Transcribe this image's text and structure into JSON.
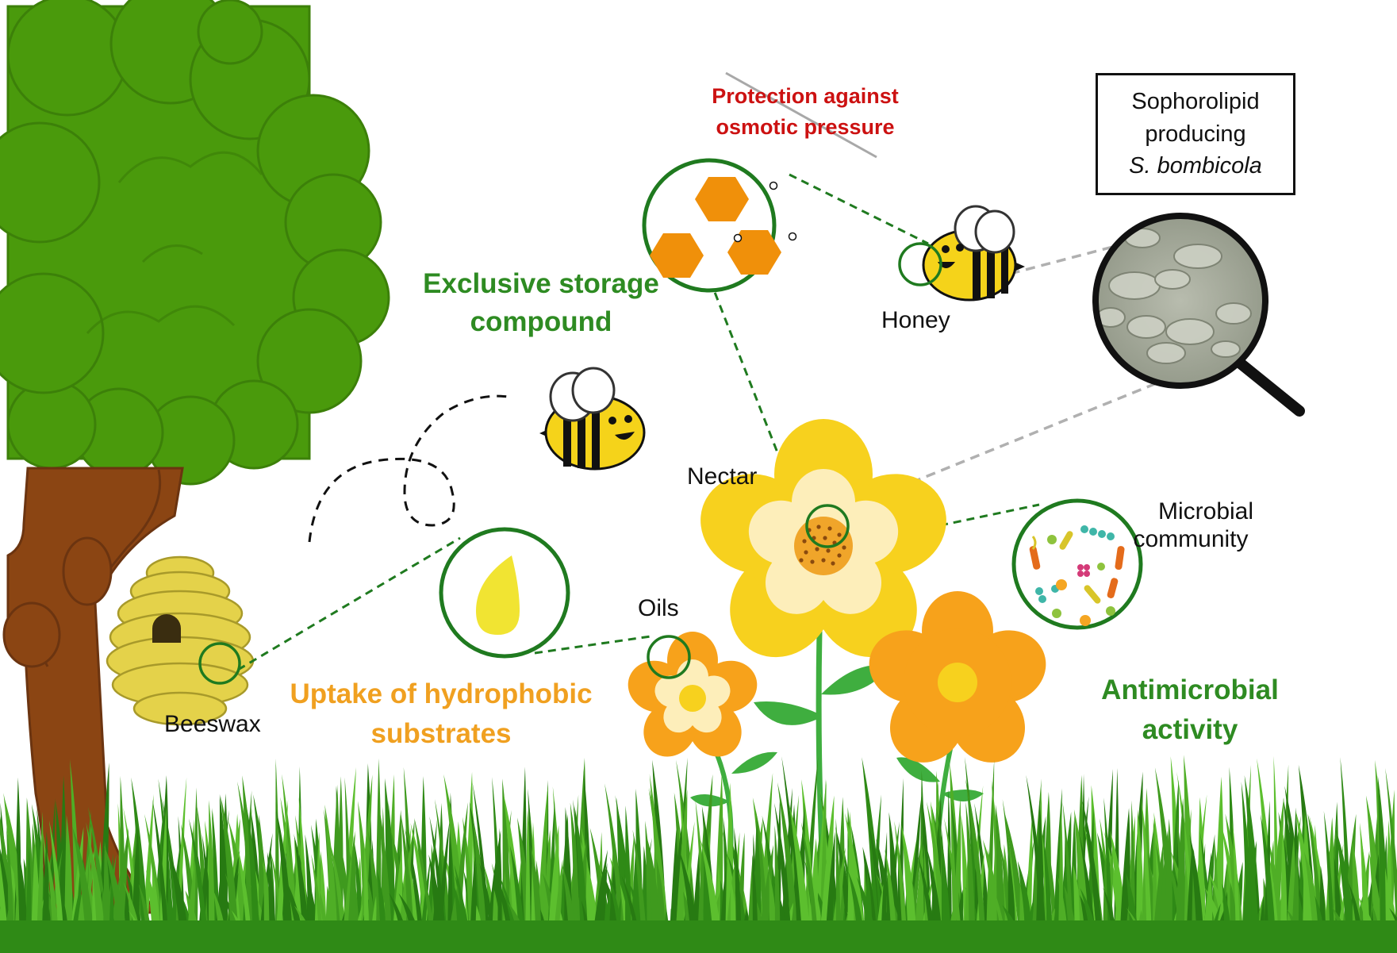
{
  "labels": {
    "beeswax": "Beeswax",
    "oils": "Oils",
    "nectar": "Nectar",
    "honey": "Honey",
    "microbial_line1": "Microbial",
    "microbial_line2": "community"
  },
  "functions": {
    "storage_line1": "Exclusive storage",
    "storage_line2": "compound",
    "uptake_line1": "Uptake of hydrophobic",
    "uptake_line2": "substrates",
    "osmotic_line1": "Protection against",
    "osmotic_line2": "osmotic pressure",
    "antimicrobial_line1": "Antimicrobial",
    "antimicrobial_line2": "activity"
  },
  "yeast_box": {
    "line1": "Sophorolipid",
    "line2": "producing",
    "line3": "S. bombicola"
  },
  "colors": {
    "tree_canopy": "#4a9a0c",
    "tree_trunk": "#8b4513",
    "grass": "#3f9a1e",
    "callout_circle": "#1f7a1f",
    "label_green": "#2e8b22",
    "label_orange": "#f0a020",
    "label_red": "#cc1111",
    "honey_hexagon": "#f0900a",
    "beehive": "#e4d24a",
    "bee_yellow": "#f5d31a",
    "flower_yellow": "#f7d11e",
    "flower_orange": "#f7a21b"
  },
  "icons": [
    "tree-icon",
    "beehive-icon",
    "bee-icon",
    "flower-icon",
    "magnifier-icon",
    "oil-drop-icon",
    "honey-hexagon-icon",
    "microbe-icon"
  ]
}
